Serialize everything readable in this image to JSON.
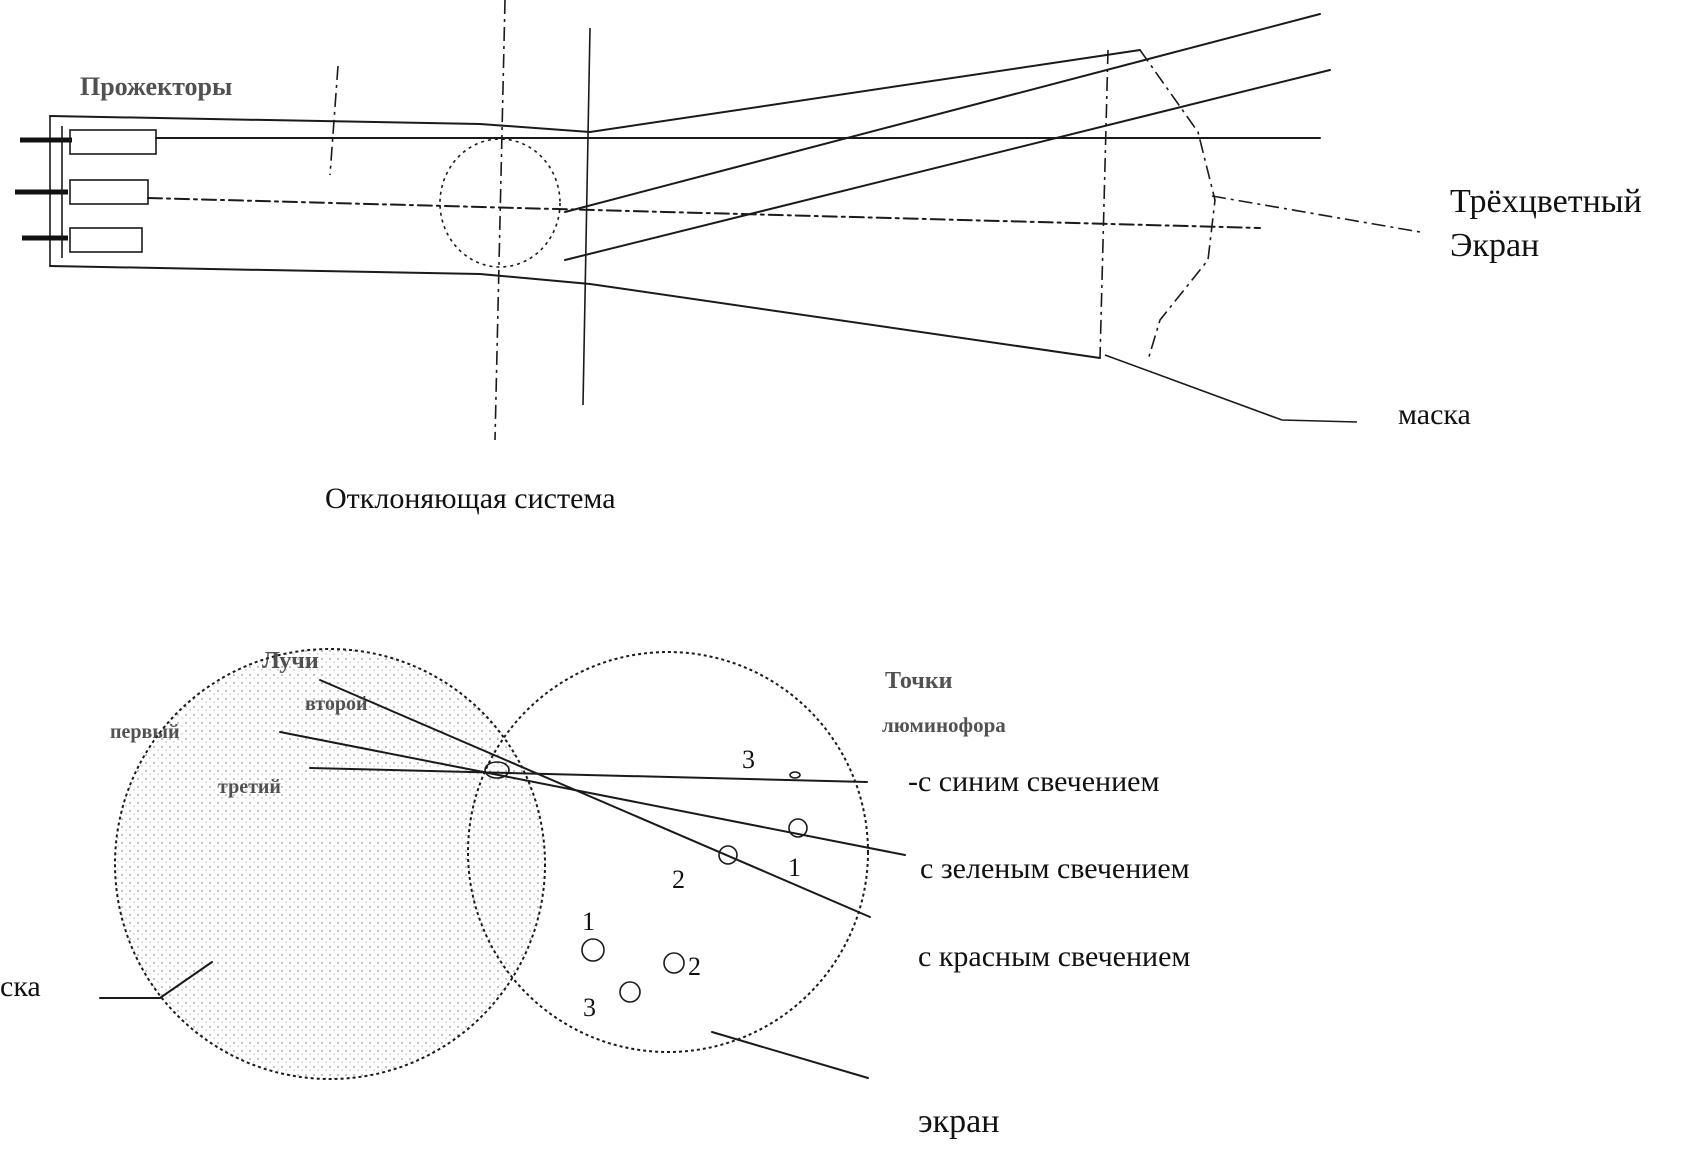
{
  "top": {
    "projectors_label": "Прожекторы",
    "screen_label_line1": "Трёхцветный",
    "screen_label_line2": "Экран",
    "mask_label": "маска",
    "deflection_label": "Отклоняющая система"
  },
  "bottom": {
    "rays_label": "Лучи",
    "ray_second": "второй",
    "ray_first": "первый",
    "ray_third": "третий",
    "dots_label_line1": "Точки",
    "dots_label_line2": "люминофора",
    "blue": "-с синим свечением",
    "green": "с зеленым свечением",
    "red": "с красным свечением",
    "mask_partial": "ска",
    "screen_label": "экран",
    "num_3a": "3",
    "num_1a": "1",
    "num_2a": "2",
    "num_1b": "1",
    "num_2b": "2",
    "num_3b": "3"
  }
}
